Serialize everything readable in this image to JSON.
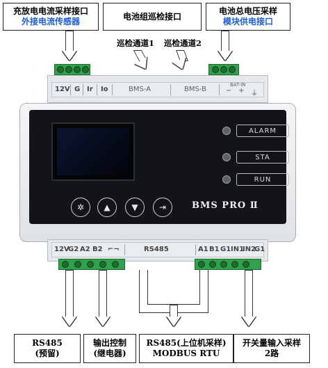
{
  "callouts": {
    "current_sampling": {
      "line1": "充放电电流采样接口",
      "line2": "外接电流传感器"
    },
    "cell_inspection": {
      "line1": "电池组巡检接口"
    },
    "total_voltage": {
      "line1": "电池总电压采样",
      "line2": "模块供电接口"
    },
    "rs485_reserved": {
      "line1": "RS485",
      "line2": "(预留)"
    },
    "output_control": {
      "line1": "输出控制",
      "line2": "(继电器)"
    },
    "rs485_host": {
      "line1": "RS485(上位机采样)",
      "line2": "MODBUS RTU"
    },
    "switch_input": {
      "line1": "开关量输入采样",
      "line2": "2路"
    }
  },
  "channel_labels": {
    "channel1": "巡检通道1",
    "channel2": "巡检通道2"
  },
  "top_strip": {
    "t1": "12V",
    "t2": "G",
    "t3": "Ir",
    "t4": "Io",
    "bms_a": "BMS-A",
    "bms_b": "BMS-B",
    "bat_in": "BAT-IN"
  },
  "bottom_strip": {
    "b1": "12V",
    "b2": "G2",
    "b3": "A2",
    "b4": "B2",
    "rs485": "RS485",
    "a1": "A1",
    "b1x": "B1",
    "g1": "G1",
    "in1": "IN1",
    "in2": "IN2",
    "g1b": "G1"
  },
  "panel": {
    "alarm": "ALARM",
    "sta": "STA",
    "run": "RUN",
    "brand": "BMS PRO Ⅱ"
  },
  "icons": [
    "gear-icon",
    "up-arrow-icon",
    "down-arrow-icon",
    "enter-icon"
  ],
  "colors": {
    "terminal_green": "#31a24b",
    "panel_black": "#121417",
    "callout_blue": "#1e5fd6"
  }
}
